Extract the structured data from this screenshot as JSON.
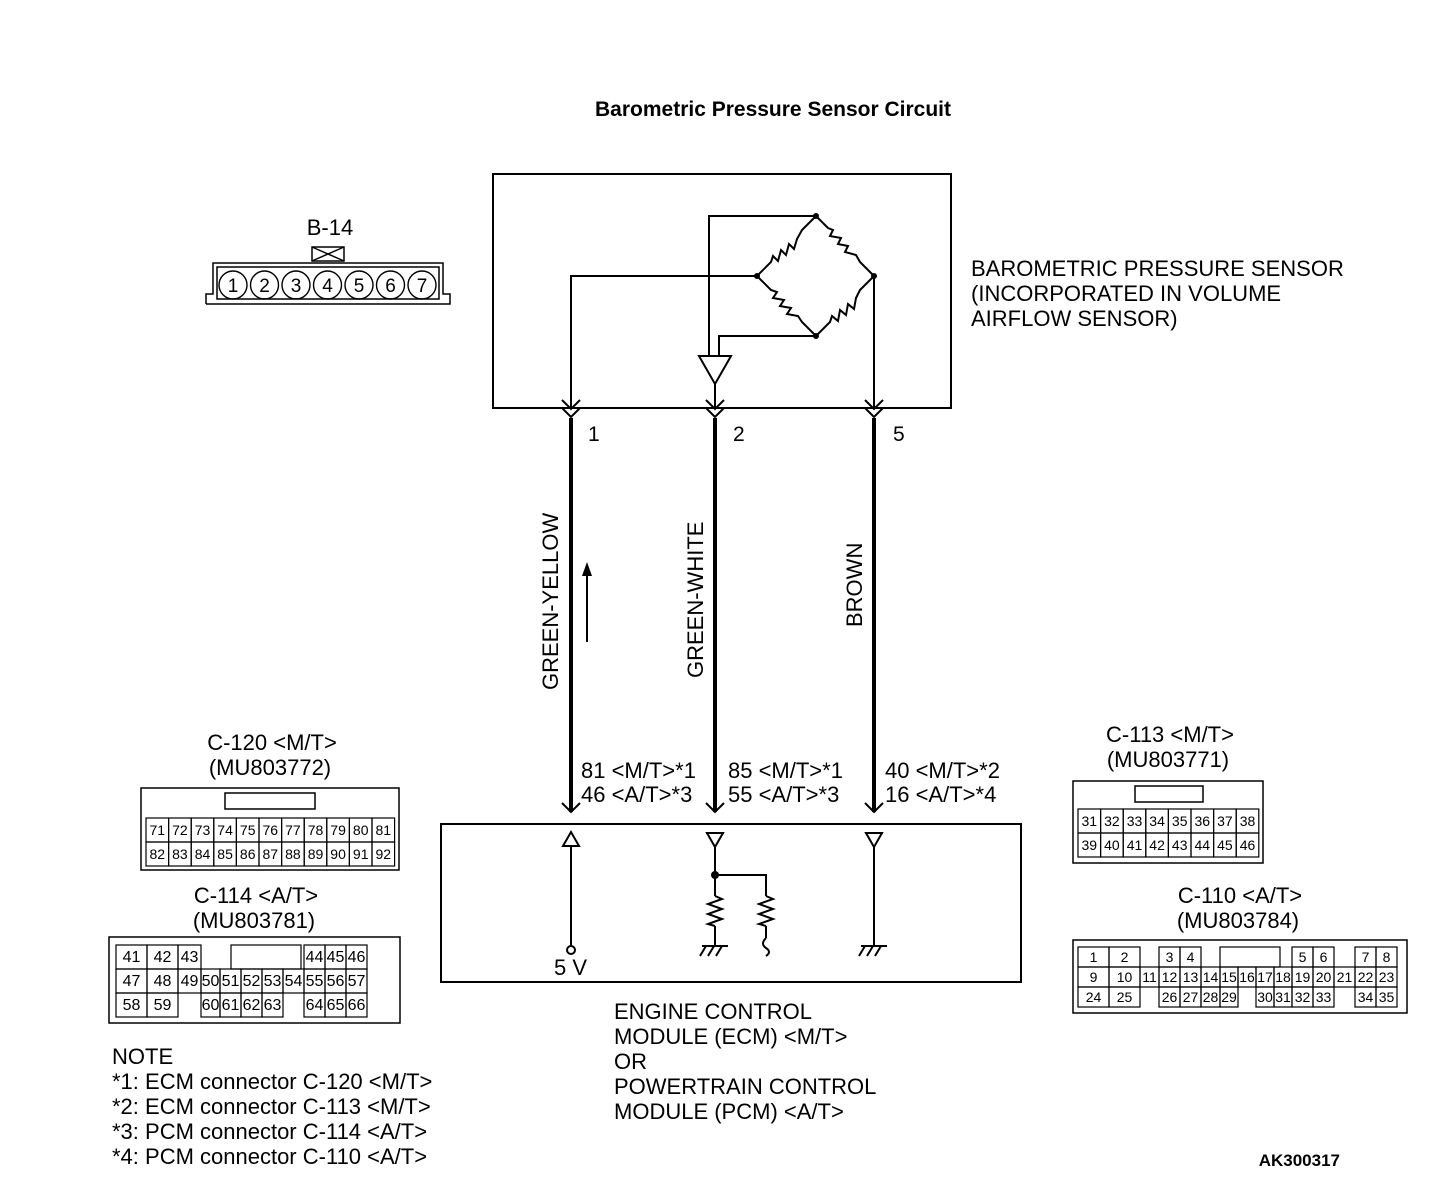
{
  "title": "Barometric Pressure Sensor Circuit",
  "code": "AK300317",
  "sensor": {
    "label_lines": [
      "BAROMETRIC PRESSURE SENSOR",
      "(INCORPORATED IN VOLUME",
      "AIRFLOW SENSOR)"
    ],
    "pins": [
      "1",
      "2",
      "5"
    ]
  },
  "wires": [
    "GREEN-YELLOW",
    "GREEN-WHITE",
    "BROWN"
  ],
  "module_pins": [
    [
      "81 <M/T>*1",
      "46 <A/T>*3"
    ],
    [
      "85 <M/T>*1",
      "55 <A/T>*3"
    ],
    [
      "40 <M/T>*2",
      "16 <A/T>*4"
    ]
  ],
  "supply_label": "5 V",
  "module": {
    "label_lines": [
      "ENGINE CONTROL",
      "MODULE (ECM) <M/T>",
      "OR",
      "POWERTRAIN CONTROL",
      "MODULE (PCM) <A/T>"
    ]
  },
  "connectors": {
    "b14": {
      "name": "B-14",
      "pins": [
        "1",
        "2",
        "3",
        "4",
        "5",
        "6",
        "7"
      ]
    },
    "c120": {
      "name": "C-120 <M/T>",
      "part": "(MU803772)",
      "row1": [
        "71",
        "72",
        "73",
        "74",
        "75",
        "76",
        "77",
        "78",
        "79",
        "80",
        "81"
      ],
      "row2": [
        "82",
        "83",
        "84",
        "85",
        "86",
        "87",
        "88",
        "89",
        "90",
        "91",
        "92"
      ]
    },
    "c114": {
      "name": "C-114 <A/T>",
      "part": "(MU803781)",
      "row1": [
        "41",
        "42",
        "43",
        "",
        "",
        "",
        "",
        "44",
        "45",
        "46"
      ],
      "row2": [
        "47",
        "48",
        "49",
        "50",
        "51",
        "52",
        "53",
        "54",
        "55",
        "56",
        "57"
      ],
      "row3": [
        "58",
        "59",
        "",
        "60",
        "61",
        "62",
        "63",
        "",
        "64",
        "65",
        "66"
      ]
    },
    "c113": {
      "name": "C-113 <M/T>",
      "part": "(MU803771)",
      "row1": [
        "31",
        "32",
        "33",
        "34",
        "35",
        "36",
        "37",
        "38"
      ],
      "row2": [
        "39",
        "40",
        "41",
        "42",
        "43",
        "44",
        "45",
        "46"
      ]
    },
    "c110": {
      "name": "C-110 <A/T>",
      "part": "(MU803784)",
      "row1": [
        "1",
        "2",
        "",
        "3",
        "4",
        "",
        "",
        "",
        "",
        "",
        "5",
        "6",
        "",
        "7",
        "8"
      ],
      "row2": [
        "9",
        "10",
        "11",
        "12",
        "13",
        "14",
        "15",
        "16",
        "17",
        "18",
        "19",
        "20",
        "21",
        "22",
        "23"
      ],
      "row3": [
        "24",
        "25",
        "",
        "26",
        "27",
        "28",
        "29",
        "",
        "30",
        "31",
        "32",
        "33",
        "",
        "34",
        "35"
      ]
    }
  },
  "note": {
    "heading": "NOTE",
    "lines": [
      "*1: ECM connector C-120 <M/T>",
      "*2: ECM connector C-113 <M/T>",
      "*3: PCM connector C-114 <A/T>",
      "*4: PCM connector C-110 <A/T>"
    ]
  }
}
